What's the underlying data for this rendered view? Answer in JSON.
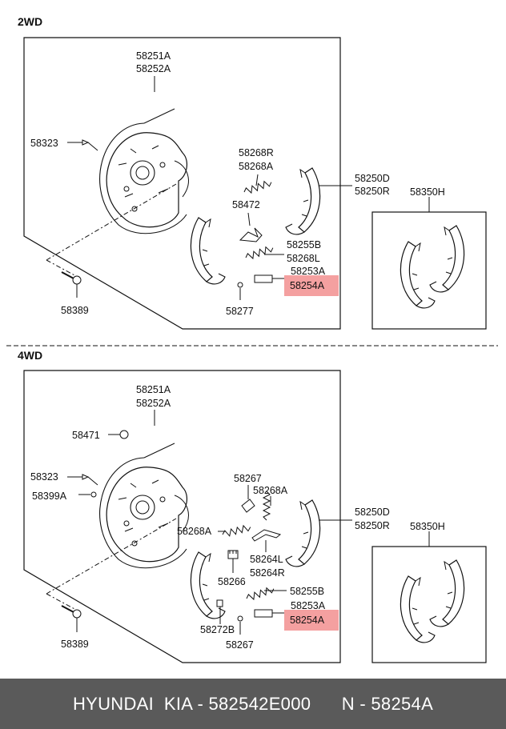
{
  "colors": {
    "highlight": "#f4a0a0",
    "footer_bg": "#5a5a5a",
    "footer_text": "#ffffff",
    "line": "#111111"
  },
  "sections": {
    "twowd": {
      "title": "2WD",
      "labels": {
        "backing_plate": [
          "58251A",
          "58252A"
        ],
        "bolt_top": "58323",
        "hold_spring": [
          "58268R",
          "58268A"
        ],
        "strut": "58472",
        "shoe_set": [
          "58250D",
          "58250R"
        ],
        "parking_shoe": "58350H",
        "spring_lower": [
          "58255B",
          "58268L"
        ],
        "adjuster": "58253A",
        "highlight": "58254A",
        "nut": "58277",
        "bolt_bottom": "58389"
      }
    },
    "fourwd": {
      "title": "4WD",
      "labels": {
        "backing_plate": [
          "58251A",
          "58252A"
        ],
        "grommet": "58471",
        "bolt_top": "58323",
        "bolt_small": "58399A",
        "pin": "58267",
        "hold_spring": "58268A",
        "shoe_set": [
          "58250D",
          "58250R"
        ],
        "parking_shoe": "58350H",
        "spring_left": "58268A",
        "lever": [
          "58264L",
          "58264R"
        ],
        "clip": "58266",
        "spring_lower": "58255B",
        "adjuster": "58253A",
        "highlight": "58254A",
        "pin_bottom": "58272B",
        "nut": "58267",
        "bolt_bottom": "58389"
      }
    }
  },
  "footer": {
    "text": "HYUNDAI  KIA - 582542E000      N - 58254A"
  }
}
